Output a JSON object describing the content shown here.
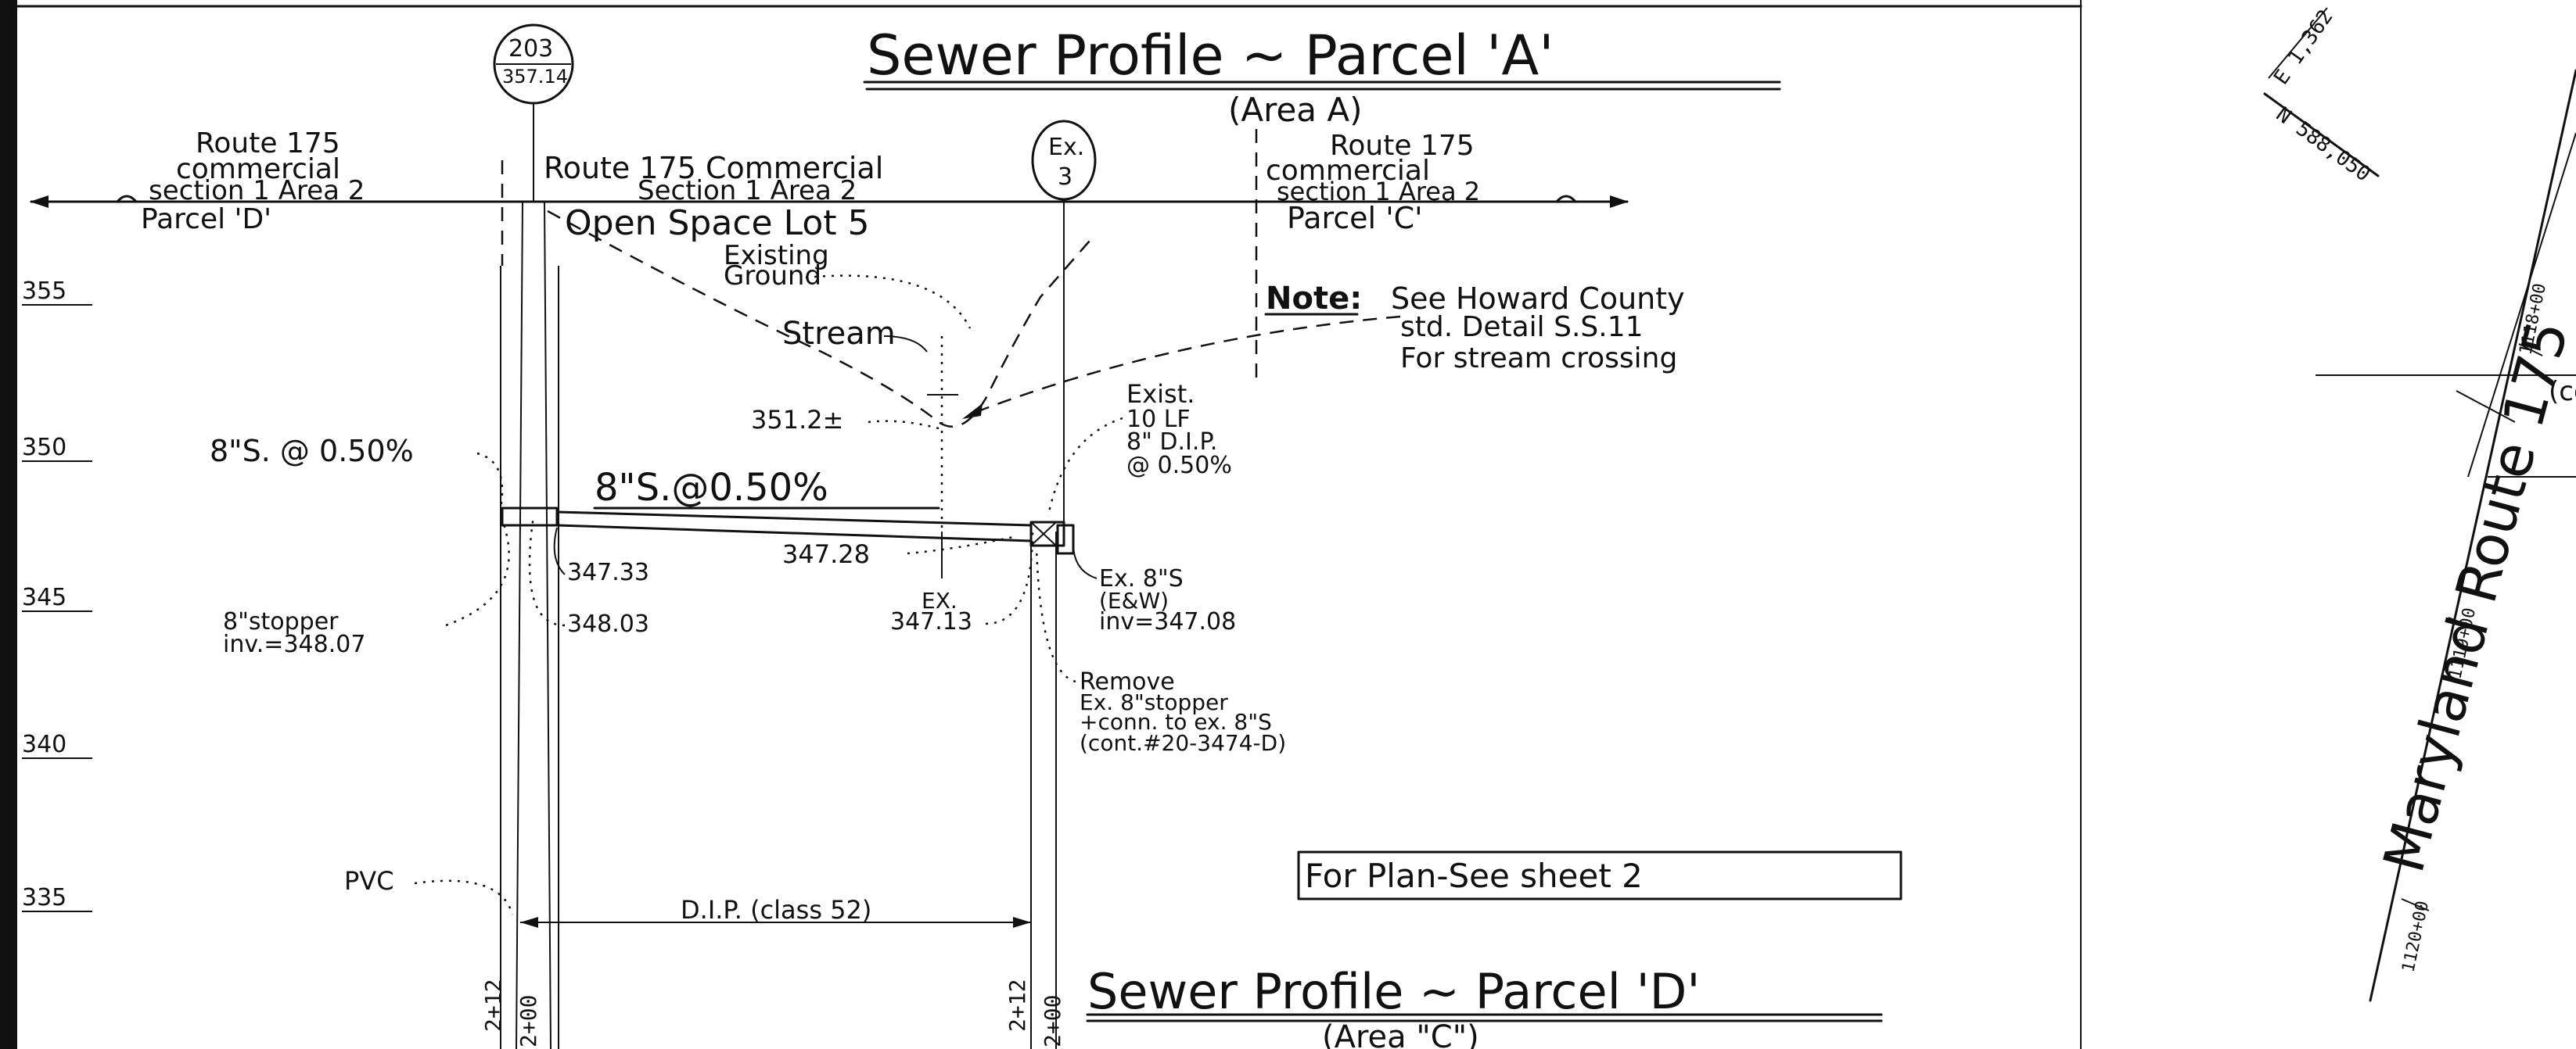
{
  "titles": {
    "main_title": "Sewer Profile ~ Parcel 'A'",
    "main_subtitle": "(Area A)",
    "second_title": "Sewer Profile ~ Parcel 'D'",
    "second_subtitle": "(Area \"C\")"
  },
  "elevations": [
    "355",
    "350",
    "345",
    "340",
    "335"
  ],
  "manholes": {
    "mh_203_top": "203",
    "mh_203_bottom": "357.14",
    "mh_ex3_top": "Ex.",
    "mh_ex3_bottom": "3"
  },
  "parcels": {
    "left_line1": "Route 175",
    "left_line2": "commercial",
    "left_line3": "section 1 Area 2",
    "left_line4": "Parcel 'D'",
    "center_line1": "Route 175 Commercial",
    "center_line2": "Section 1 Area 2",
    "center_line3": "Open Space Lot 5",
    "right_line1": "Route 175",
    "right_line2": "commercial",
    "right_line3": "section 1 Area 2",
    "right_line4": "Parcel 'C'"
  },
  "labels": {
    "existing_ground": "Existing",
    "existing_ground2": "Ground",
    "stream": "Stream",
    "elev_351": "351.2±",
    "pipe_left": "8\"S. @ 0.50%",
    "pipe_main": "8\"S.@0.50%",
    "inv_347_28": "347.28",
    "inv_347_33": "347.33",
    "inv_348_03": "348.03",
    "ex_label": "EX.",
    "inv_347_13": "347.13",
    "stopper_line1": "8\"stopper",
    "stopper_line2": "inv.=348.07",
    "exist_dip_1": "Exist.",
    "exist_dip_2": "10 LF",
    "exist_dip_3": "8\" D.I.P.",
    "exist_dip_4": "@ 0.50%",
    "ex_8s_1": "Ex. 8\"S",
    "ex_8s_2": "(E&W)",
    "ex_8s_3": "inv=347.08",
    "remove_1": "Remove",
    "remove_2": "Ex. 8\"stopper",
    "remove_3": "+conn. to ex. 8\"S",
    "remove_4": "(cont.#20-3474-D)",
    "pvc": "PVC",
    "dip_class": "D.I.P. (class 52)",
    "station_1": "2+12",
    "station_2": "2+00",
    "station_3": "2+12",
    "station_4": "2+00"
  },
  "note": {
    "head": "Note:",
    "line1": "See Howard County",
    "line2": "std. Detail S.S.11",
    "line3": "For stream crossing"
  },
  "plan_box": "For Plan-See sheet 2",
  "map": {
    "road_name": "Maryland Route 175",
    "station_1118": "1118+00",
    "station_1119": "1119+00",
    "station_1120": "1120+00",
    "cont": "(cont",
    "coord_1": "E 1,362",
    "coord_2": "N 588,050"
  }
}
